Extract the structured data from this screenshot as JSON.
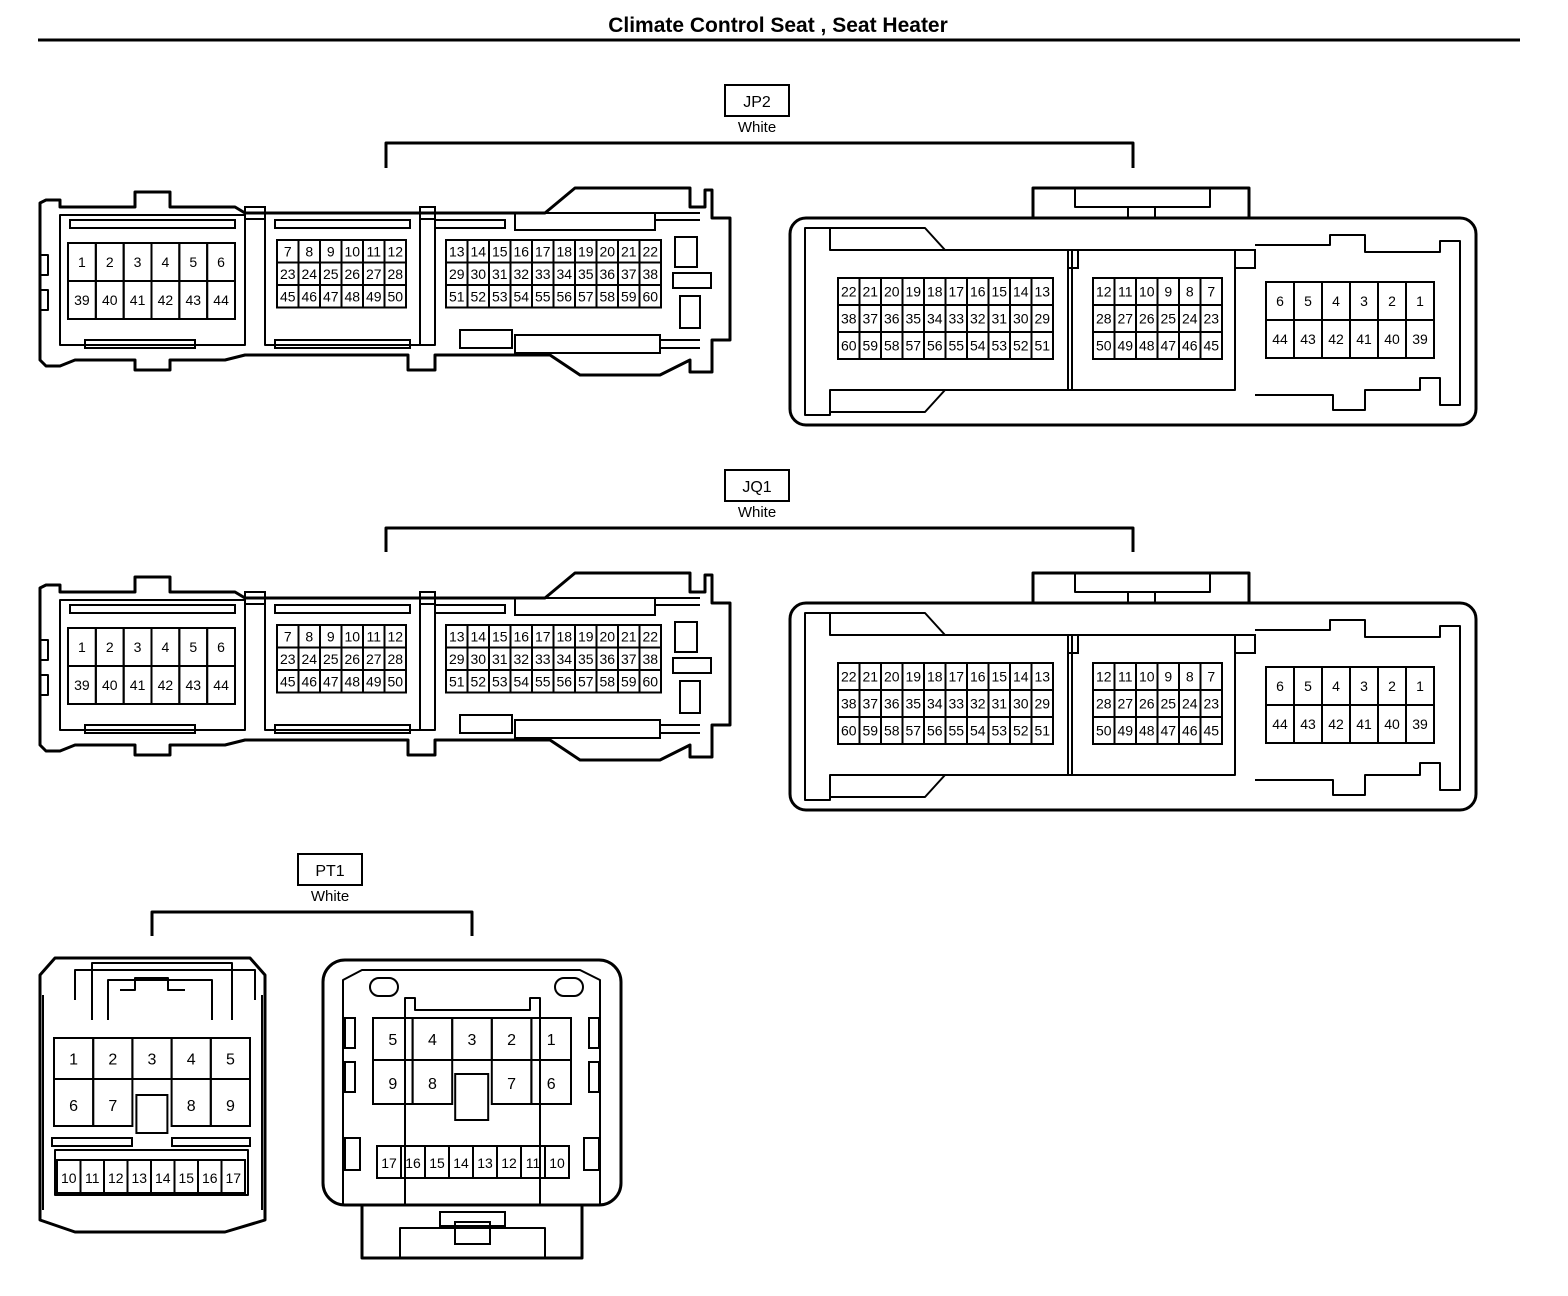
{
  "page": {
    "title": "Climate Control Seat , Seat Heater"
  },
  "colors": {
    "line": "#000000",
    "background": "#ffffff"
  },
  "connectors": [
    {
      "id": "JP2",
      "color": "White",
      "female_view": {
        "blocks": [
          {
            "rows": [
              [
                "1",
                "2",
                "3",
                "4",
                "5",
                "6"
              ],
              [
                "39",
                "40",
                "41",
                "42",
                "43",
                "44"
              ]
            ]
          },
          {
            "rows": [
              [
                "7",
                "8",
                "9",
                "10",
                "11",
                "12"
              ],
              [
                "23",
                "24",
                "25",
                "26",
                "27",
                "28"
              ],
              [
                "45",
                "46",
                "47",
                "48",
                "49",
                "50"
              ]
            ]
          },
          {
            "rows": [
              [
                "13",
                "14",
                "15",
                "16",
                "17",
                "18",
                "19",
                "20",
                "21",
                "22"
              ],
              [
                "29",
                "30",
                "31",
                "32",
                "33",
                "34",
                "35",
                "36",
                "37",
                "38"
              ],
              [
                "51",
                "52",
                "53",
                "54",
                "55",
                "56",
                "57",
                "58",
                "59",
                "60"
              ]
            ]
          }
        ]
      },
      "male_view": {
        "blocks": [
          {
            "rows": [
              [
                "22",
                "21",
                "20",
                "19",
                "18",
                "17",
                "16",
                "15",
                "14",
                "13"
              ],
              [
                "38",
                "37",
                "36",
                "35",
                "34",
                "33",
                "32",
                "31",
                "30",
                "29"
              ],
              [
                "60",
                "59",
                "58",
                "57",
                "56",
                "55",
                "54",
                "53",
                "52",
                "51"
              ]
            ]
          },
          {
            "rows": [
              [
                "12",
                "11",
                "10",
                "9",
                "8",
                "7"
              ],
              [
                "28",
                "27",
                "26",
                "25",
                "24",
                "23"
              ],
              [
                "50",
                "49",
                "48",
                "47",
                "46",
                "45"
              ]
            ]
          },
          {
            "rows": [
              [
                "6",
                "5",
                "4",
                "3",
                "2",
                "1"
              ],
              [
                "44",
                "43",
                "42",
                "41",
                "40",
                "39"
              ]
            ]
          }
        ]
      }
    },
    {
      "id": "JQ1",
      "color": "White",
      "female_view": {
        "blocks": [
          {
            "rows": [
              [
                "1",
                "2",
                "3",
                "4",
                "5",
                "6"
              ],
              [
                "39",
                "40",
                "41",
                "42",
                "43",
                "44"
              ]
            ]
          },
          {
            "rows": [
              [
                "7",
                "8",
                "9",
                "10",
                "11",
                "12"
              ],
              [
                "23",
                "24",
                "25",
                "26",
                "27",
                "28"
              ],
              [
                "45",
                "46",
                "47",
                "48",
                "49",
                "50"
              ]
            ]
          },
          {
            "rows": [
              [
                "13",
                "14",
                "15",
                "16",
                "17",
                "18",
                "19",
                "20",
                "21",
                "22"
              ],
              [
                "29",
                "30",
                "31",
                "32",
                "33",
                "34",
                "35",
                "36",
                "37",
                "38"
              ],
              [
                "51",
                "52",
                "53",
                "54",
                "55",
                "56",
                "57",
                "58",
                "59",
                "60"
              ]
            ]
          }
        ]
      },
      "male_view": {
        "blocks": [
          {
            "rows": [
              [
                "22",
                "21",
                "20",
                "19",
                "18",
                "17",
                "16",
                "15",
                "14",
                "13"
              ],
              [
                "38",
                "37",
                "36",
                "35",
                "34",
                "33",
                "32",
                "31",
                "30",
                "29"
              ],
              [
                "60",
                "59",
                "58",
                "57",
                "56",
                "55",
                "54",
                "53",
                "52",
                "51"
              ]
            ]
          },
          {
            "rows": [
              [
                "12",
                "11",
                "10",
                "9",
                "8",
                "7"
              ],
              [
                "28",
                "27",
                "26",
                "25",
                "24",
                "23"
              ],
              [
                "50",
                "49",
                "48",
                "47",
                "46",
                "45"
              ]
            ]
          },
          {
            "rows": [
              [
                "6",
                "5",
                "4",
                "3",
                "2",
                "1"
              ],
              [
                "44",
                "43",
                "42",
                "41",
                "40",
                "39"
              ]
            ]
          }
        ]
      }
    },
    {
      "id": "PT1",
      "color": "White",
      "female_view": {
        "rows": [
          [
            "1",
            "2",
            "3",
            "4",
            "5"
          ],
          [
            "6",
            "7",
            "",
            "8",
            "9"
          ],
          [
            "10",
            "11",
            "12",
            "13",
            "14",
            "15",
            "16",
            "17"
          ]
        ]
      },
      "male_view": {
        "rows": [
          [
            "5",
            "4",
            "3",
            "2",
            "1"
          ],
          [
            "9",
            "8",
            "",
            "7",
            "6"
          ],
          [
            "17",
            "16",
            "15",
            "14",
            "13",
            "12",
            "11",
            "10"
          ]
        ]
      }
    }
  ]
}
